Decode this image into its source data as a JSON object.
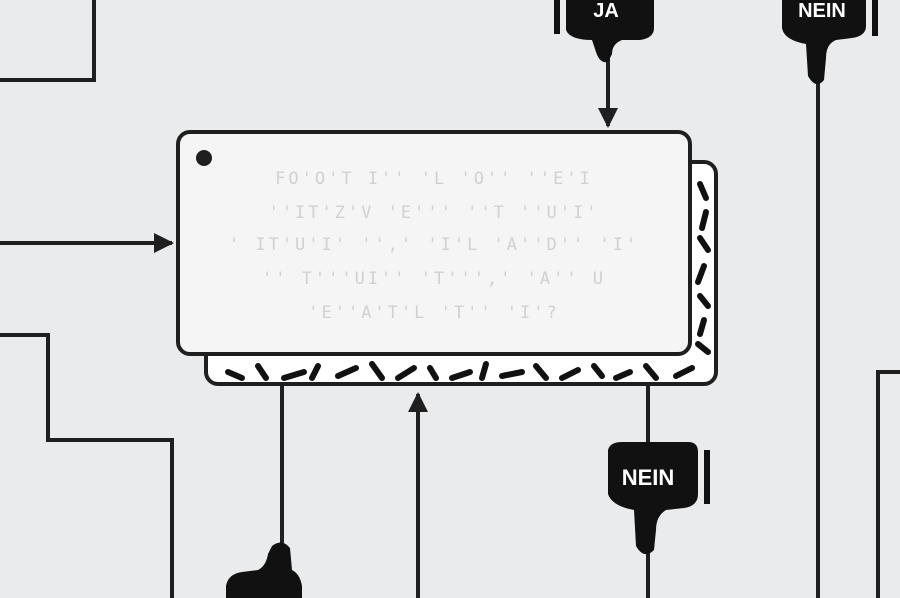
{
  "labels": {
    "ja_top": "JA",
    "nein_top": "NEIN",
    "nein_mid": "NEIN"
  },
  "box": {
    "lines": [
      "FO'O'T I'' 'L 'O'' ''E'I",
      "''IT'Z'V 'E''' ''T ''U'I'",
      "' IT'U'I' '',' 'I'L 'A''D'' 'I'",
      "'' T'''UI'' 'T''',' 'A'' U",
      "'E''A'T'L 'T'' 'I'?"
    ]
  },
  "colors": {
    "background": "#e9ebec",
    "ink": "#1f1f1f",
    "card": "#f6f5f5"
  }
}
